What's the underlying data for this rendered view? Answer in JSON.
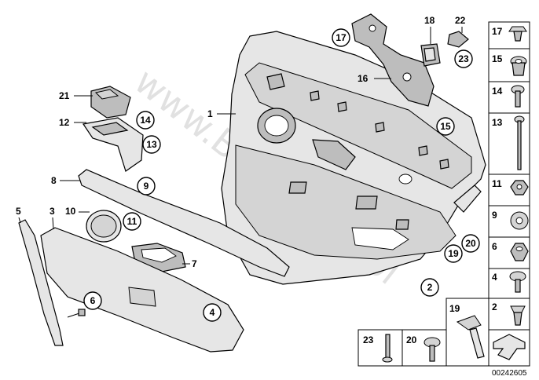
{
  "watermark": "www.BMWstore.pl",
  "doc_number": "00242605",
  "labels": {
    "l1": "1",
    "l2": "2",
    "l3": "3",
    "l4": "4",
    "l5": "5",
    "l6": "6",
    "l7": "7",
    "l8": "8",
    "l9": "9",
    "l10": "10",
    "l11": "11",
    "l12": "12",
    "l13": "13",
    "l14": "14",
    "l15": "15",
    "l16": "16",
    "l17": "17",
    "l18": "18",
    "l19": "19",
    "l20": "20",
    "l21": "21",
    "l22": "22",
    "l23": "23"
  },
  "legend": {
    "r17": "17",
    "r15": "15",
    "r14": "14",
    "r13": "13",
    "r11": "11",
    "r9": "9",
    "r6": "6",
    "r4": "4",
    "r2": "2",
    "b23": "23",
    "b20": "20",
    "b19": "19"
  }
}
